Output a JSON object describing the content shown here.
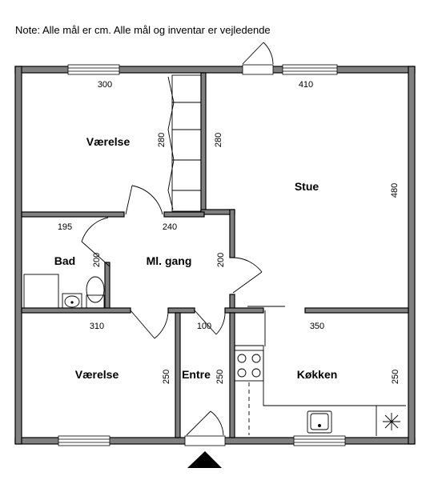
{
  "note": "Note: Alle mål er cm. Alle mål og inventar er vejledende",
  "rooms": {
    "vaerelse_top": "Værelse",
    "stue": "Stue",
    "bad": "Bad",
    "gang": "Ml. gang",
    "vaerelse_bottom": "Værelse",
    "entre": "Entre",
    "kokken": "Køkken"
  },
  "dims": {
    "vaerelse_top_w": "300",
    "vaerelse_top_h": "280",
    "stue_w": "410",
    "stue_h1": "280",
    "stue_h2": "480",
    "bad_w": "195",
    "bad_h": "200",
    "gang_w": "240",
    "gang_h": "200",
    "vaerelse_bottom_w": "310",
    "vaerelse_bottom_h": "250",
    "entre_w": "100",
    "entre_h": "250",
    "kokken_w": "350",
    "kokken_h": "250"
  },
  "colors": {
    "wall": "#808080",
    "line": "#000000",
    "background": "#ffffff"
  },
  "icons": [
    "entrance-arrow-icon",
    "sink-icon",
    "stove-icon",
    "toilet-icon",
    "washbasin-icon"
  ]
}
